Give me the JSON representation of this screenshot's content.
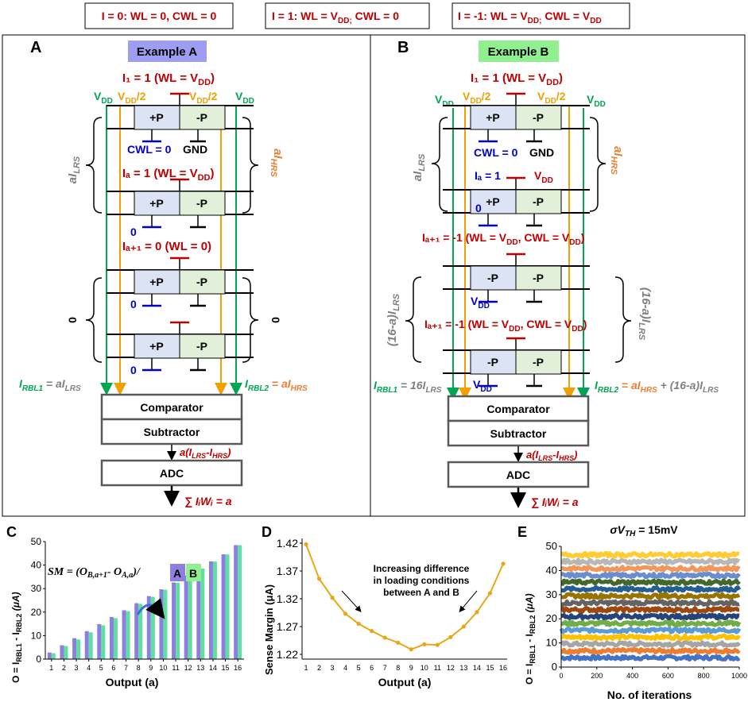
{
  "legend": {
    "case0": "I = 0: WL = 0, CWL = 0",
    "case1": "I = 1: WL = V",
    "case1_sub": "DD;",
    "case1_tail": " CWL = 0",
    "case_neg": "I = -1: WL = V",
    "case_neg_sub": "DD;",
    "case_neg_tail": " CWL = V",
    "case_neg_sub2": "DD"
  },
  "panelA": {
    "letter": "A",
    "title": "Example A",
    "i1": "I₁ = 1 (WL = V",
    "ia": "Iₐ = 1 (WL = V",
    "ia1": "Iₐ₊₁ = 0 (WL = 0)",
    "vdd": "V",
    "vdd_sub": "DD",
    "half": "/2",
    "plusP": "+P",
    "minusP": "-P",
    "cwl0": "CWL = 0",
    "gnd": "GND",
    "zero": "0",
    "aILRS": "aI",
    "LRS": "LRS",
    "aIHRS": "aI",
    "HRS": "HRS",
    "irbl1": "I",
    "rbl1": "RBL1",
    "irbl2": "I",
    "rbl2": "RBL2",
    "eq_lrs": " = aI",
    "eq_hrs": " = aI",
    "comparator": "Comparator",
    "subtractor": "Subtractor",
    "adc": "ADC",
    "diff": "a(I",
    "diff_lrs": "LRS",
    "diff_mid": "-I",
    "diff_hrs": "HRS",
    "sum": "∑ IᵢWᵢ = a"
  },
  "panelB": {
    "letter": "B",
    "title": "Example B",
    "ia_one": "Iₐ = 1",
    "ia1_neg": "Iₐ₊₁ = -1 (WL = V",
    "cwl_vdd": ", CWL = V",
    "multLRS": "(16-a)I",
    "irbl1_eq": " = 16I",
    "irbl2_eq": " = aI",
    "plus": " + ",
    "tail": "(16-a)I"
  },
  "panelC": {
    "letter": "C",
    "ylabel": "O = I",
    "ylabel_rbl1": "RBL1",
    "ylabel_mid": " - I",
    "ylabel_rbl2": "RBL2",
    "ylabel_unit": " (μA)",
    "xlabel": "Output (a)",
    "formula": "SM = (O",
    "formula_sub1": "B,a+1",
    "formula_mid": "- O",
    "formula_sub2": "A,a",
    "formula_tail": ")/",
    "legendA": "A",
    "legendB": "B"
  },
  "panelD": {
    "letter": "D",
    "ylabel": "Sense Margin (μA)",
    "xlabel": "Output (a)",
    "annotation1": "Increasing difference",
    "annotation2": "in loading conditions",
    "annotation3": "between A and B"
  },
  "panelE": {
    "letter": "E",
    "title": "σV",
    "title_sub": "TH",
    "title_tail": " = 15mV",
    "ylabel": "O = I",
    "ylabel_rbl1": "RBL1",
    "ylabel_mid": " - I",
    "ylabel_rbl2": "RBL2",
    "ylabel_unit": " (μA)",
    "xlabel": "No. of iterations"
  },
  "chart_data": [
    {
      "type": "bar",
      "panel": "C",
      "categories": [
        "1",
        "2",
        "3",
        "4",
        "5",
        "6",
        "7",
        "8",
        "9",
        "10",
        "11",
        "12",
        "13",
        "14",
        "15",
        "16"
      ],
      "series": [
        {
          "name": "A",
          "color": "#8c7fe0",
          "values": [
            2.8,
            5.9,
            8.9,
            11.9,
            14.9,
            17.9,
            20.8,
            23.8,
            26.8,
            29.7,
            32.6,
            35.6,
            38.6,
            41.6,
            44.6,
            48.5
          ]
        },
        {
          "name": "B",
          "color": "#5fe0a0",
          "values": [
            2.5,
            5.6,
            8.4,
            11.4,
            14.4,
            17.4,
            20.4,
            23.5,
            26.5,
            29.5,
            32.5,
            35.5,
            38.5,
            41.5,
            44.5,
            48.5
          ]
        }
      ],
      "ylim": [
        0,
        50
      ],
      "yticks": [
        0,
        10,
        20,
        30,
        40,
        50
      ]
    },
    {
      "type": "line",
      "panel": "D",
      "color": "#e6a817",
      "x": [
        1,
        2,
        3,
        4,
        5,
        6,
        7,
        8,
        9,
        10,
        11,
        12,
        13,
        14,
        15,
        16
      ],
      "y": [
        1.418,
        1.356,
        1.322,
        1.293,
        1.275,
        1.262,
        1.25,
        1.241,
        1.229,
        1.238,
        1.237,
        1.251,
        1.27,
        1.296,
        1.33,
        1.383
      ],
      "xlim": [
        1,
        16
      ],
      "ylim": [
        1.22,
        1.42
      ],
      "yticks": [
        1.22,
        1.27,
        1.32,
        1.37,
        1.42
      ]
    },
    {
      "type": "scatter",
      "panel": "E",
      "xlim": [
        0,
        1000
      ],
      "ylim": [
        0,
        50
      ],
      "xticks": [
        0,
        200,
        400,
        600,
        800,
        1000
      ],
      "yticks": [
        0,
        10,
        20,
        30,
        40,
        50
      ],
      "bands": [
        {
          "level": 2.7,
          "color": "#4472c4"
        },
        {
          "level": 5.7,
          "color": "#ed7d31"
        },
        {
          "level": 8.7,
          "color": "#a5a5a5"
        },
        {
          "level": 11.7,
          "color": "#ffc000"
        },
        {
          "level": 14.7,
          "color": "#5b9bd5"
        },
        {
          "level": 17.7,
          "color": "#70ad47"
        },
        {
          "level": 20.7,
          "color": "#264478"
        },
        {
          "level": 23.7,
          "color": "#9e480e"
        },
        {
          "level": 26.7,
          "color": "#636363"
        },
        {
          "level": 29.7,
          "color": "#997300"
        },
        {
          "level": 32.7,
          "color": "#255e91"
        },
        {
          "level": 35.7,
          "color": "#43682b"
        },
        {
          "level": 38.7,
          "color": "#698ed0"
        },
        {
          "level": 41.7,
          "color": "#f1975a"
        },
        {
          "level": 44.7,
          "color": "#b7b7b7"
        },
        {
          "level": 47.7,
          "color": "#ffcd33"
        }
      ]
    }
  ]
}
